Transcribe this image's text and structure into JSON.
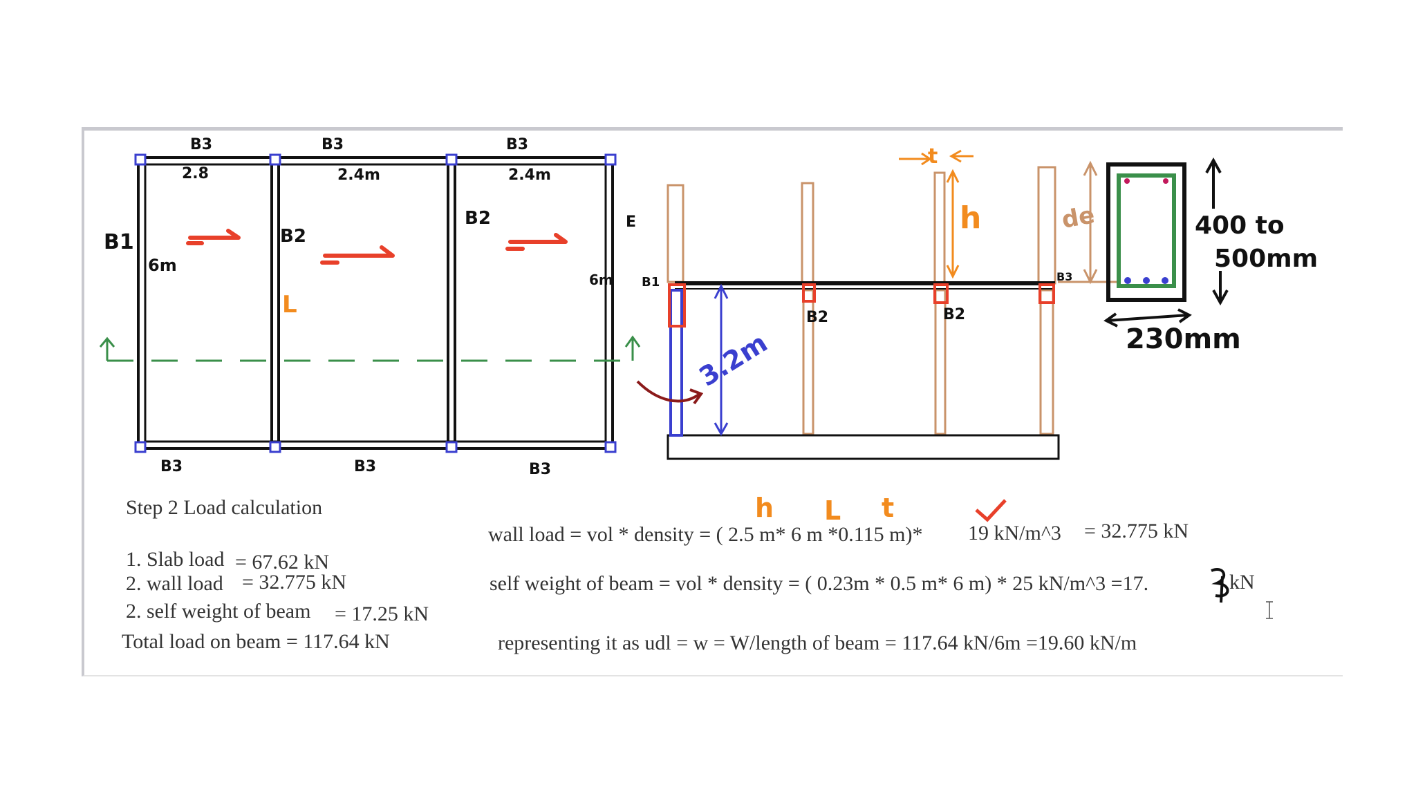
{
  "plan": {
    "beam_labels_top": [
      "B3",
      "B3",
      "B3"
    ],
    "spans": [
      "2.8",
      "2.4m",
      "2.4m"
    ],
    "beam_labels_bottom": [
      "B3",
      "B3",
      "B3"
    ],
    "side_labels": [
      "B1",
      "B2",
      "B2",
      "E"
    ],
    "depth_labels": [
      "6m",
      "6m"
    ],
    "load_dir_mark": "L"
  },
  "elevation": {
    "height_label": "3.2m",
    "beam_labels": [
      "B1",
      "B2",
      "B2",
      "B3"
    ],
    "wall_thickness_mark": "t",
    "wall_height_mark": "h"
  },
  "section": {
    "depth_mark": "de",
    "depth_text_1": "400 to",
    "depth_text_2": "500mm",
    "width_text": "230mm"
  },
  "notes": {
    "heading": "Step 2 Load calculation",
    "list": [
      {
        "label": "1. Slab load",
        "value": "= 67.62 kN"
      },
      {
        "label": "2. wall load",
        "value": "= 32.775 kN"
      },
      {
        "label": "2. self weight of beam",
        "value": "= 17.25 kN"
      }
    ],
    "total": "Total load on beam = 117.64 kN",
    "marks": [
      "h",
      "L",
      "t"
    ],
    "eq1_a": "wall load = vol * density = ( 2.5 m* 6 m *0.115 m)*",
    "eq1_b": "19 kN/m^3",
    "eq1_c": "= 32.775 kN",
    "eq2_a": "self weight of beam = vol * density = ( 0.23m * 0.5 m* 6 m) * 25 kN/m^3 =17.",
    "eq2_b": "kN",
    "eq3": "representing it as udl = w = W/length of beam = 117.64 kN/6m =19.60 kN/m"
  },
  "colors": {
    "ink": "#111111",
    "red": "#e8402a",
    "orange": "#f28b1e",
    "green": "#3a8f4a",
    "blue": "#3a3fcf",
    "brown": "#c9936a",
    "darkred": "#8b1a1a"
  }
}
